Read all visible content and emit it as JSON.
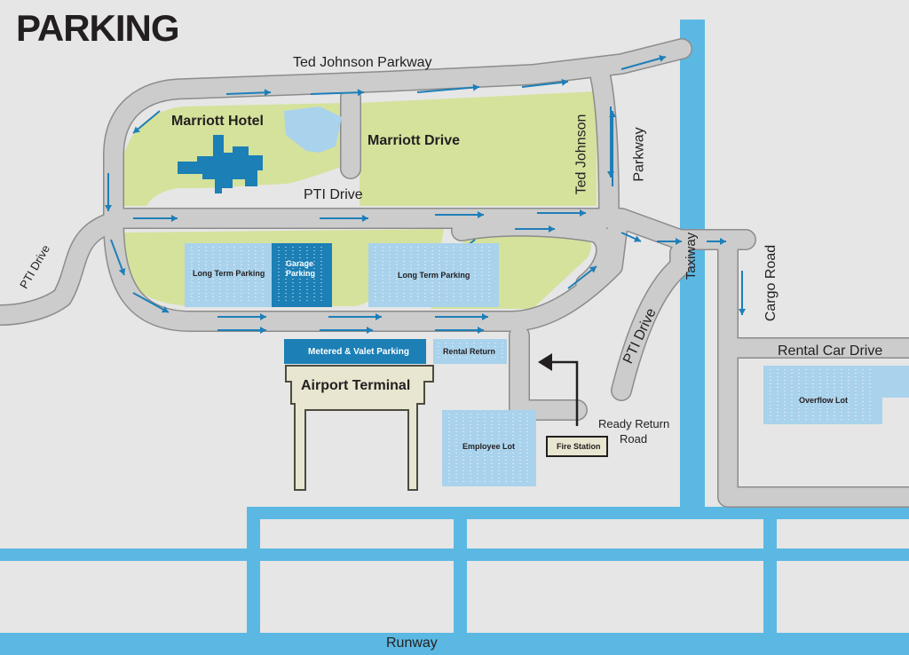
{
  "title": "PARKING",
  "colors": {
    "background": "#e6e6e6",
    "road": "#cccccc",
    "road_edge": "#8c8c8c",
    "grass": "#d4e29c",
    "water_blue": "#5bb8e3",
    "lot_light": "#a9d2ec",
    "lot_dark": "#1c7fb5",
    "terminal": "#e8e5d0",
    "arrow": "#1e7fb8"
  },
  "roads": {
    "ted_johnson_parkway_top": "Ted Johnson Parkway",
    "ted_johnson": "Ted Johnson",
    "parkway": "Parkway",
    "marriott_drive": "Marriott Drive",
    "pti_drive_center": "PTI Drive",
    "pti_drive_left": "PTI Drive",
    "pti_drive_right": "PTI Drive",
    "cargo_road": "Cargo Road",
    "rental_car_drive": "Rental Car Drive",
    "taxiway": "Taxiway",
    "runway": "Runway",
    "ready_return_road_line1": "Ready Return",
    "ready_return_road_line2": "Road"
  },
  "buildings": {
    "marriott_hotel": "Marriott Hotel",
    "airport_terminal": "Airport Terminal",
    "fire_station": "Fire Station"
  },
  "lots": {
    "long_term_left": "Long Term Parking",
    "garage_line1": "Garage",
    "garage_line2": "Parking",
    "long_term_right": "Long Term Parking",
    "metered_valet": "Metered & Valet Parking",
    "rental_return": "Rental Return",
    "employee_lot": "Employee Lot",
    "overflow_lot": "Overflow Lot"
  }
}
